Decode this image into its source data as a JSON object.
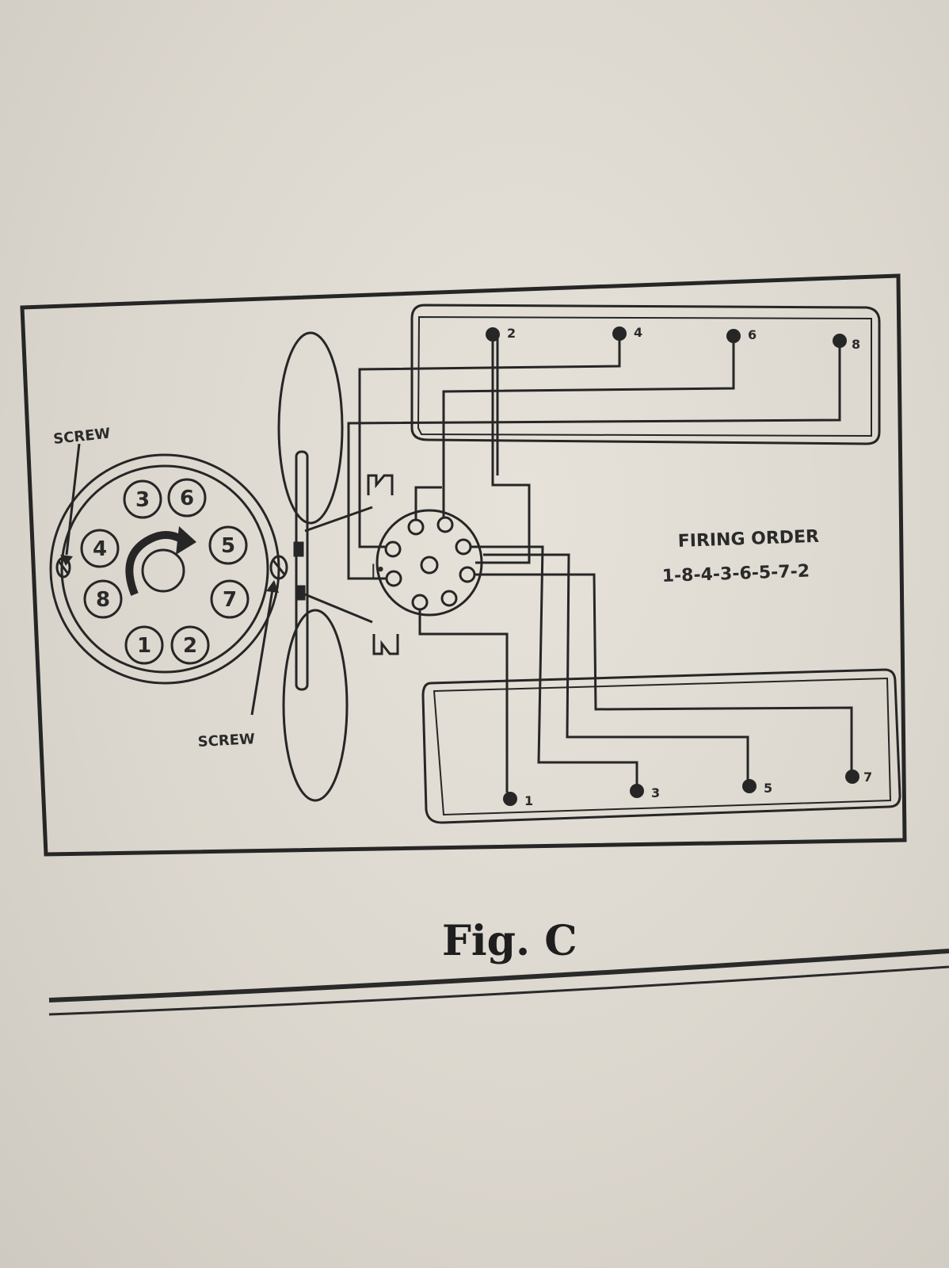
{
  "figure": {
    "caption": "Fig. C",
    "firing_order_title": "FIRING ORDER",
    "firing_order_sequence": "1-8-4-3-6-5-7-2",
    "screw_label_top": "SCREW",
    "screw_label_bottom": "SCREW"
  },
  "distributor_cap": {
    "terminals": [
      "3",
      "6",
      "4",
      "5",
      "8",
      "7",
      "1",
      "2"
    ]
  },
  "spark_plugs": {
    "top_bank": [
      "2",
      "4",
      "6",
      "8"
    ],
    "bottom_bank": [
      "1",
      "3",
      "5",
      "7"
    ]
  },
  "colors": {
    "ink": "#262626",
    "paper": "#e2ded6"
  }
}
